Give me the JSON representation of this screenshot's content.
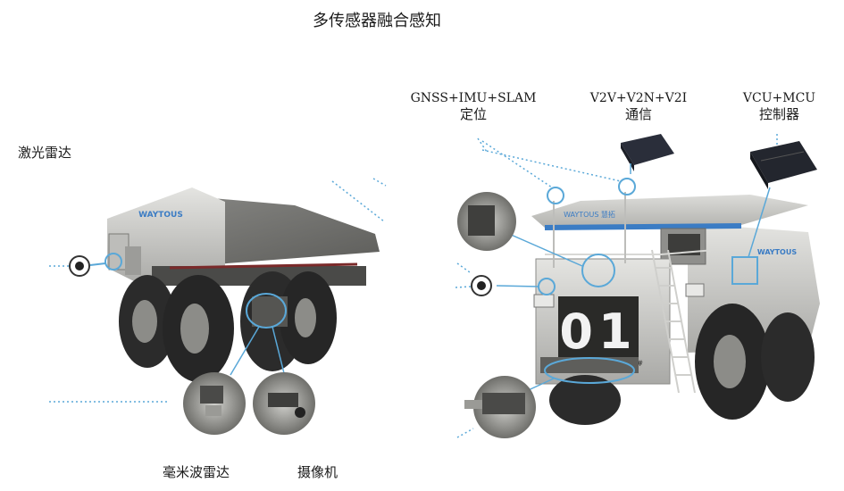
{
  "title": "多传感器融合感知",
  "labels": {
    "lidar": "激光雷达",
    "mmwave": "毫米波雷达",
    "camera": "摄像机",
    "positioning_line1": "GNSS+IMU+SLAM",
    "positioning_line2": "定位",
    "comm_line1": "V2V+V2N+V2I",
    "comm_line2": "通信",
    "controller_line1": "VCU+MCU",
    "controller_line2": "控制器"
  },
  "truck_left": {
    "brand": "WAYTOUS"
  },
  "truck_right": {
    "brand": "WAYTOUS 慧拓",
    "side_brand": "WAYTOUS",
    "number": "01",
    "plate": "2020#"
  },
  "colors": {
    "callout": "#5aa8d8",
    "truck_body": "#c9c9c6",
    "tire": "#2b2b2b",
    "brand_blue": "#3b7cc4"
  }
}
